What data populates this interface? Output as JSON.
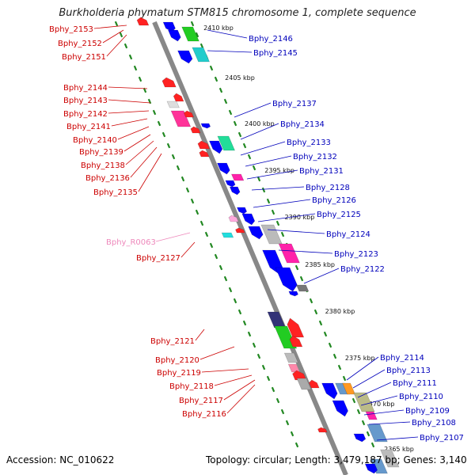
{
  "title": "Burkholderia phymatum STM815 chromosome 1, complete sequence",
  "footer": {
    "accession": "Accession: NC_010622",
    "topology": "Topology: circular; Length: 3,479,187 bp; Genes: 3,140"
  },
  "colors": {
    "left_label": "#cc0000",
    "right_label": "#0000bb",
    "rna_label": "#ee88bb",
    "axis": "#888888",
    "tick": "#228822"
  },
  "scale_labels": [
    "2410 kbp",
    "2405 kbp",
    "2400 kbp",
    "2395 kbp",
    "2390 kbp",
    "2385 kbp",
    "2380 kbp",
    "2375 kbp",
    "2370 kbp",
    "2365 kbp"
  ],
  "left_genes": [
    "Bphy_2153",
    "Bphy_2152",
    "Bphy_2151",
    "Bphy_2144",
    "Bphy_2143",
    "Bphy_2142",
    "Bphy_2141",
    "Bphy_2140",
    "Bphy_2139",
    "Bphy_2138",
    "Bphy_2136",
    "Bphy_2135",
    "Bphy_R0063",
    "Bphy_2127",
    "Bphy_2121",
    "Bphy_2120",
    "Bphy_2119",
    "Bphy_2118",
    "Bphy_2117",
    "Bphy_2116"
  ],
  "right_genes": [
    "Bphy_2146",
    "Bphy_2145",
    "Bphy_2137",
    "Bphy_2134",
    "Bphy_2133",
    "Bphy_2132",
    "Bphy_2131",
    "Bphy_2128",
    "Bphy_2126",
    "Bphy_2125",
    "Bphy_2124",
    "Bphy_2123",
    "Bphy_2122",
    "Bphy_2114",
    "Bphy_2113",
    "Bphy_2111",
    "Bphy_2110",
    "Bphy_2109",
    "Bphy_2108",
    "Bphy_2107"
  ]
}
